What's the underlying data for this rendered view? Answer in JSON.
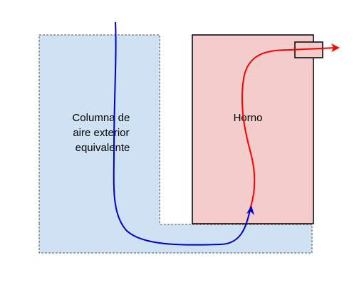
{
  "diagram": {
    "column_label_lines": [
      "Columna de",
      "aire exterior",
      "equivalente"
    ],
    "oven_label": "Horno",
    "colors": {
      "air_fill": "#cfe2f3",
      "air_border": "#555555",
      "oven_fill": "#f4cccc",
      "oven_border": "#000000",
      "cold_flow": "#0000cc",
      "hot_flow": "#ff0000"
    }
  }
}
